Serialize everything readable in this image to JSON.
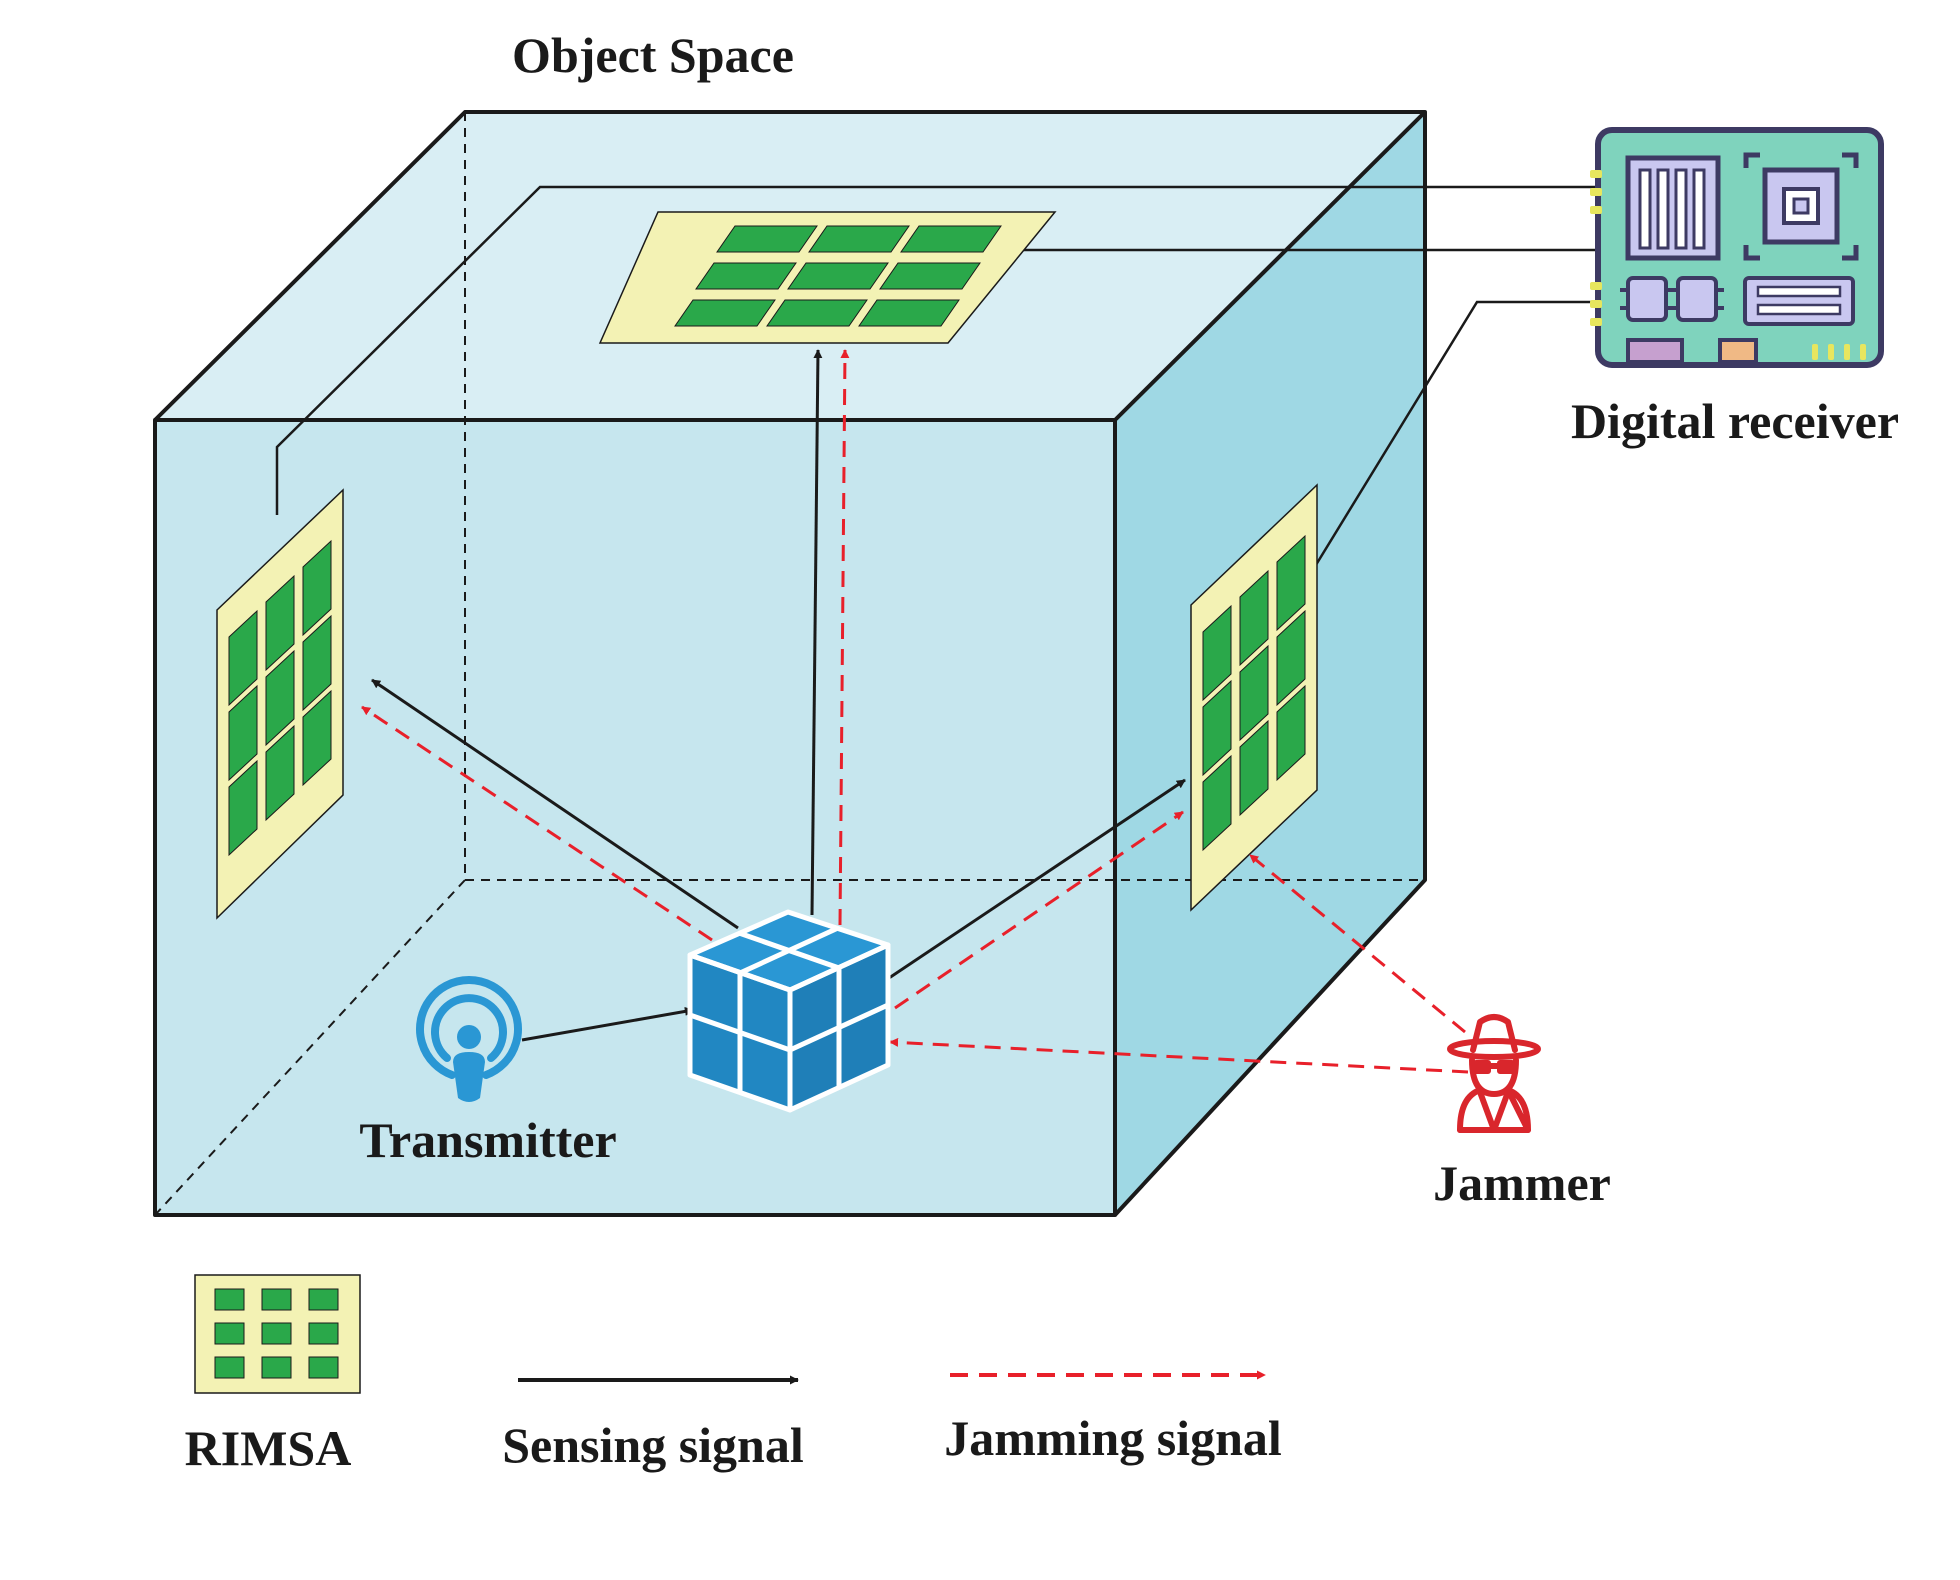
{
  "title": "Object Space",
  "labels": {
    "digital_receiver": "Digital receiver",
    "transmitter": "Transmitter",
    "jammer": "Jammer"
  },
  "legend": {
    "rimsa": "RIMSA",
    "sensing": "Sensing signal",
    "jamming": "Jamming signal"
  },
  "colors": {
    "sensing_signal": "#1a1a1a",
    "jamming_signal": "#e8202a",
    "rimsa_panel": "#f3f2b4",
    "rimsa_element": "#2aa84a",
    "room_front": "#c6e6ee",
    "room_top": "#d9eef4",
    "room_side": "#9fd8e4",
    "target_cube": "#2a97d4",
    "transmitter": "#2a97d4",
    "jammer": "#d9262c",
    "receiver_board": "#7fd3bd"
  },
  "icons": {
    "transmitter": "broadcast-user-icon",
    "jammer": "spy-icon",
    "receiver": "circuit-board-icon",
    "target": "cube-icon"
  }
}
